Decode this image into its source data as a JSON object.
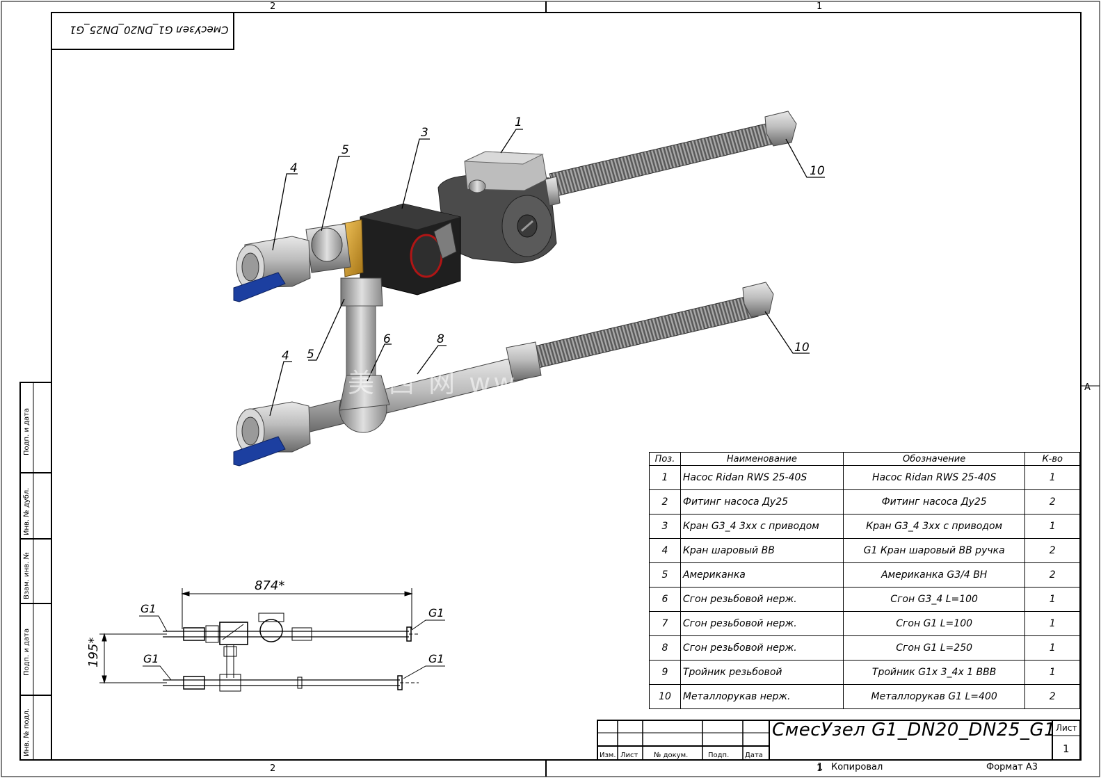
{
  "frame": {
    "zones_top": [
      "2",
      "1"
    ],
    "zones_bottom": [
      "2",
      "1"
    ],
    "zone_right": "A",
    "mirrored_stamp": "СмесУзел G1_DN20_DN25_G1"
  },
  "side_stamp": [
    "Подп. и дата",
    "Инв. № дубл.",
    "Взам. инв. №",
    "Подп. и дата",
    "Инв. № подл."
  ],
  "callouts": {
    "c1": "1",
    "c3": "3",
    "c4a": "4",
    "c5a": "5",
    "c10a": "10",
    "c5b": "5",
    "c6": "6",
    "c8": "8",
    "c4b": "4",
    "c10b": "10"
  },
  "watermark": "美 西 网 ww",
  "schematic": {
    "dim_length": "874*",
    "dim_height": "195*",
    "ports": [
      "G1",
      "G1",
      "G1",
      "G1"
    ]
  },
  "bom": {
    "headers": [
      "Поз.",
      "Наименование",
      "Обозначение",
      "К-во"
    ],
    "rows": [
      [
        "1",
        "Насос Ridan RWS 25-40S",
        "Насос Ridan RWS 25-40S",
        "1"
      ],
      [
        "2",
        "Фитинг насоса Ду25",
        "Фитинг насоса Ду25",
        "2"
      ],
      [
        "3",
        "Кран G3_4 3хх с приводом",
        "Кран G3_4 3хх с приводом",
        "1"
      ],
      [
        "4",
        "Кран шаровый ВВ",
        "G1 Кран шаровый ВВ ручка",
        "2"
      ],
      [
        "5",
        "Американка",
        "Американка G3/4 ВН",
        "2"
      ],
      [
        "6",
        "Сгон резьбовой нерж.",
        "Сгон G3_4 L=100",
        "1"
      ],
      [
        "7",
        "Сгон резьбовой нерж.",
        "Сгон G1 L=100",
        "1"
      ],
      [
        "8",
        "Сгон резьбовой нерж.",
        "Сгон G1 L=250",
        "1"
      ],
      [
        "9",
        "Тройник резьбовой",
        "Тройник  G1x 3_4x 1 ВВВ",
        "1"
      ],
      [
        "10",
        "Металлорукав нерж.",
        "Металлорукав G1 L=400",
        "2"
      ]
    ]
  },
  "title_block": {
    "title": "СмесУзел G1_DN20_DN25_G1",
    "col_heads": [
      "Изм.",
      "Лист",
      "№ докум.",
      "Подп.",
      "Дата"
    ],
    "sheet_label": "Лист",
    "sheet_no": "1"
  },
  "footer": {
    "page_no": "1",
    "copied": "Копировал",
    "format": "Формат А3"
  }
}
